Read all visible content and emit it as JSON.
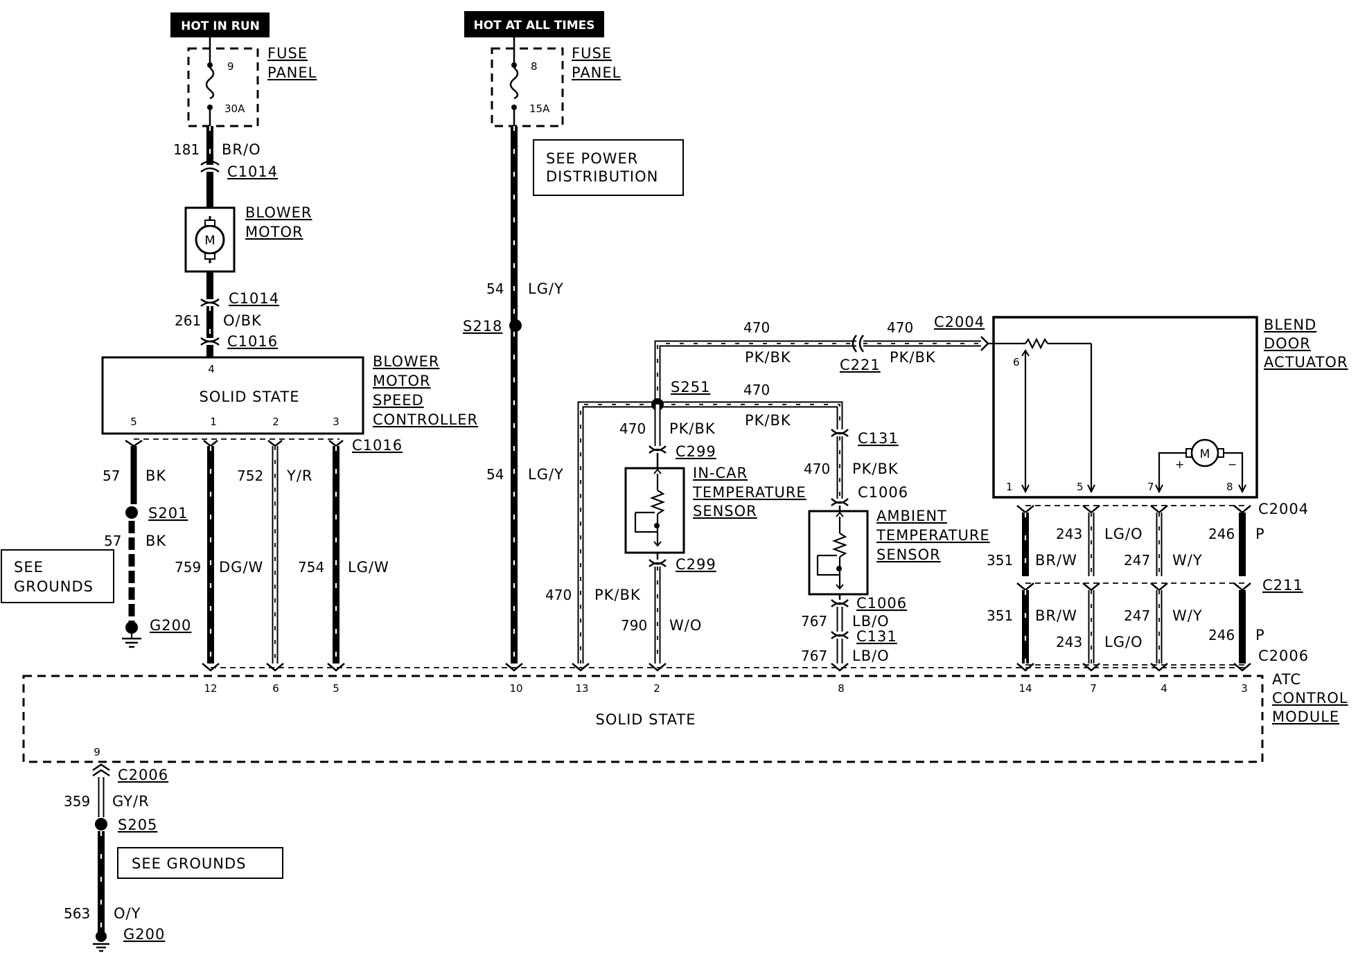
{
  "headers": {
    "hot_in_run": "HOT IN RUN",
    "hot_at_all_times": "HOT AT ALL TIMES"
  },
  "fuse_run": {
    "number": "9",
    "rating": "30A",
    "label1": "FUSE",
    "label2": "PANEL"
  },
  "fuse_all": {
    "number": "8",
    "rating": "15A",
    "label1": "FUSE",
    "label2": "PANEL"
  },
  "see_power": {
    "line1": "SEE POWER",
    "line2": "DISTRIBUTION"
  },
  "blower_motor": {
    "symbol": "M",
    "line1": "BLOWER",
    "line2": "MOTOR"
  },
  "bmsc": {
    "body": "SOLID STATE",
    "line1": "BLOWER",
    "line2": "MOTOR",
    "line3": "SPEED",
    "line4": "CONTROLLER",
    "pins": [
      "4",
      "5",
      "1",
      "2",
      "3"
    ]
  },
  "wires": {
    "w181": {
      "num": "181",
      "color": "BR/O"
    },
    "w261": {
      "num": "261",
      "color": "O/BK"
    },
    "w57a": {
      "num": "57",
      "color": "BK"
    },
    "w57b": {
      "num": "57",
      "color": "BK"
    },
    "w759": {
      "num": "759",
      "color": "DG/W"
    },
    "w752": {
      "num": "752",
      "color": "Y/R"
    },
    "w754": {
      "num": "754",
      "color": "LG/W"
    },
    "w54a": {
      "num": "54",
      "color": "LG/Y"
    },
    "w54b": {
      "num": "54",
      "color": "LG/Y"
    },
    "w470a": {
      "num": "470",
      "color": "PK/BK"
    },
    "w470b": {
      "num": "470",
      "color": "PK/BK"
    },
    "w470c": {
      "num": "470",
      "color": "PK/BK"
    },
    "w470d": {
      "num": "470",
      "color": "PK/BK"
    },
    "w470e": {
      "num": "470",
      "color": "PK/BK"
    },
    "w470f": {
      "num": "470",
      "color": "PK/BK"
    },
    "w790": {
      "num": "790",
      "color": "W/O"
    },
    "w767a": {
      "num": "767",
      "color": "LB/O"
    },
    "w767b": {
      "num": "767",
      "color": "LB/O"
    },
    "w243a": {
      "num": "243",
      "color": "LG/O"
    },
    "w243b": {
      "num": "243",
      "color": "LG/O"
    },
    "w246a": {
      "num": "246",
      "color": "P"
    },
    "w246b": {
      "num": "246",
      "color": "P"
    },
    "w351a": {
      "num": "351",
      "color": "BR/W"
    },
    "w351b": {
      "num": "351",
      "color": "BR/W"
    },
    "w247a": {
      "num": "247",
      "color": "W/Y"
    },
    "w247b": {
      "num": "247",
      "color": "W/Y"
    },
    "w359": {
      "num": "359",
      "color": "GY/R"
    },
    "w563": {
      "num": "563",
      "color": "O/Y"
    }
  },
  "connectors": {
    "c1014a": "C1014",
    "c1014b": "C1014",
    "c1016a": "C1016",
    "c1016b": "C1016",
    "c2004a": "C2004",
    "c2004b": "C2004",
    "c221": "C221",
    "c299a": "C299",
    "c299b": "C299",
    "c131a": "C131",
    "c131b": "C131",
    "c1006a": "C1006",
    "c1006b": "C1006",
    "c211": "C211",
    "c2006a": "C2006",
    "c2006b": "C2006"
  },
  "splices": {
    "s218": "S218",
    "s251": "S251",
    "s201": "S201",
    "s205": "S205"
  },
  "grounds": {
    "g200a": "G200",
    "g200b": "G200"
  },
  "see_grounds_a": {
    "line1": "SEE",
    "line2": "GROUNDS"
  },
  "see_grounds_b": "SEE GROUNDS",
  "in_car_sensor": {
    "line1": "IN-CAR",
    "line2": "TEMPERATURE",
    "line3": "SENSOR"
  },
  "ambient_sensor": {
    "line1": "AMBIENT",
    "line2": "TEMPERATURE",
    "line3": "SENSOR"
  },
  "blend_door": {
    "line1": "BLEND",
    "line2": "DOOR",
    "line3": "ACTUATOR",
    "motor": "M",
    "plus": "+",
    "minus": "−",
    "pins": [
      "6",
      "1",
      "5",
      "7",
      "8"
    ]
  },
  "atc": {
    "body": "SOLID STATE",
    "line1": "ATC",
    "line2": "CONTROL",
    "line3": "MODULE",
    "pins": [
      "12",
      "6",
      "5",
      "10",
      "13",
      "2",
      "8",
      "14",
      "7",
      "4",
      "3",
      "9"
    ]
  }
}
